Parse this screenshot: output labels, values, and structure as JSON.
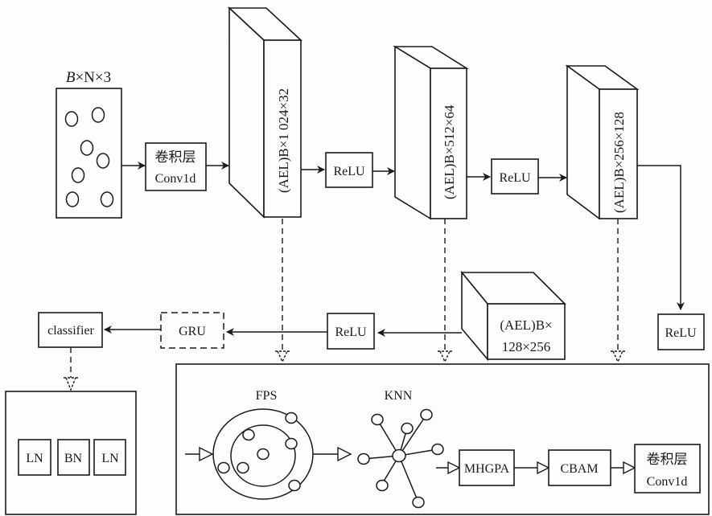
{
  "input": {
    "label_italic": "B",
    "label_rest": "×N×3",
    "label_full": "B×N×3",
    "points": 7
  },
  "conv_top": {
    "line1": "卷积层",
    "line2": "Conv1d"
  },
  "ael_blocks": [
    {
      "label": "(AEL)B×1 024×32"
    },
    {
      "label": "(AEL)B×512×64"
    },
    {
      "label": "(AEL)B×256×128"
    }
  ],
  "ael_bottom": {
    "line1": "(AEL)B×",
    "line2": "128×256"
  },
  "relu": {
    "label": "ReLU"
  },
  "gru": {
    "label": "GRU"
  },
  "classifier": {
    "label": "classifier"
  },
  "norm_panel": {
    "items": [
      "LN",
      "BN",
      "LN"
    ]
  },
  "detail_panel": {
    "fps_label": "FPS",
    "knn_label": "KNN",
    "mhgpa": "MHGPA",
    "cbam": "CBAM",
    "conv_line1": "卷积层",
    "conv_line2": "Conv1d"
  }
}
